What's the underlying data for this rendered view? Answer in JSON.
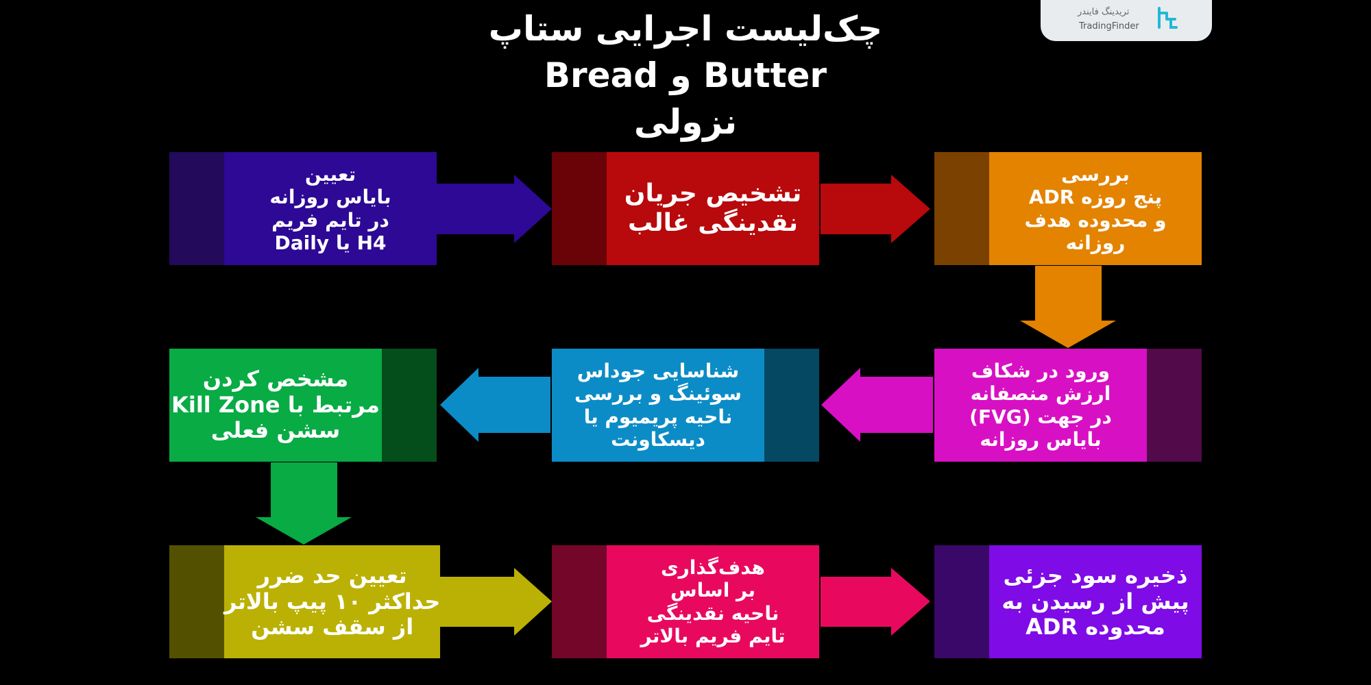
{
  "title": {
    "line1": "چک‌لیست اجرایی ستاپ",
    "line2": "Bread و Butter",
    "line3": "نزولی"
  },
  "logo": {
    "name_fa": "تریدینگ فایندر",
    "name_en": "TradingFinder",
    "icon": "tradingfinder-logo-icon"
  },
  "colors": {
    "background": "#000000",
    "step1": "#2d0995",
    "step1_stub": "#230a5a",
    "step2": "#b8090c",
    "step2_stub": "#6a0308",
    "step3": "#e48300",
    "step3_stub": "#7a4100",
    "step4": "#d810c3",
    "step4_stub": "#520a4a",
    "step5": "#0c8cc6",
    "step5_stub": "#054862",
    "step6": "#08ab44",
    "step6_stub": "#044e1b",
    "step7": "#bbb105",
    "step7_stub": "#535100",
    "step8": "#e8095f",
    "step8_stub": "#74062a",
    "step9": "#7f0be6",
    "step9_stub": "#3a0868"
  },
  "steps": [
    {
      "lines": [
        "تعیین",
        "بایاس روزانه",
        "در تایم فریم",
        "Daily یا H4"
      ]
    },
    {
      "lines": [
        "تشخیص جریان",
        "نقدینگی غالب"
      ]
    },
    {
      "lines": [
        "بررسی",
        "ADR پنج روزه",
        "و محدوده هدف",
        "روزانه"
      ]
    },
    {
      "lines": [
        "ورود در شکاف",
        "ارزش منصفانه",
        "(FVG) در جهت",
        "بایاس روزانه"
      ]
    },
    {
      "lines": [
        "شناسایی جوداس",
        "سوئینگ و بررسی",
        "ناحیه پریمیوم یا",
        "دیسکاونت"
      ]
    },
    {
      "lines": [
        "مشخص کردن",
        "Kill Zone مرتبط با",
        "سشن فعلی"
      ]
    },
    {
      "lines": [
        "تعیین حد ضرر",
        "حداکثر ۱۰ پیپ بالاتر",
        "از سقف سشن"
      ]
    },
    {
      "lines": [
        "هدف‌گذاری",
        "بر اساس",
        "ناحیه نقدینگی",
        "تایم فریم بالاتر"
      ]
    },
    {
      "lines": [
        "ذخیره سود جزئی",
        "پیش از رسیدن به",
        "محدوده ADR"
      ]
    }
  ]
}
